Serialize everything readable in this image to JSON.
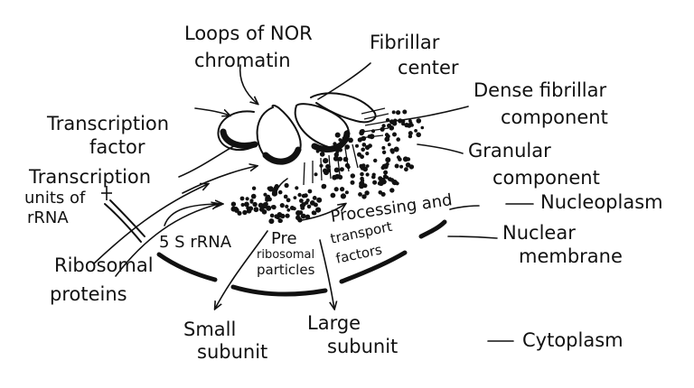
{
  "labels": {
    "loops_line1": "Loops of NOR",
    "loops_line2": "chromatin",
    "fibrillar_line1": "Fibrillar",
    "fibrillar_line2": "center",
    "dense_line1": "Dense fibrillar",
    "dense_line2": "component",
    "transcription_factor_line1": "Transcription",
    "transcription_factor_line2": "factor",
    "transcription_units_line1": "Transcription",
    "transcription_units_line2": "units of",
    "transcription_units_line3": "rRNA",
    "granular_line1": "Granular",
    "granular_line2": "component",
    "processing_line1": "Processing and",
    "processing_line2": "transport",
    "processing_line3": "factors",
    "nucleoplasm": "Nucleoplasm",
    "nuclear_line1": "Nuclear",
    "nuclear_line2": "membrane",
    "five_s": "5 S rRNA",
    "pre_line1": "Pre",
    "pre_line2": "ribosomal",
    "pre_line3": "particles",
    "ribosomal_line1": "Ribosomal",
    "ribosomal_line2": "proteins",
    "small_line1": "Small",
    "small_line2": "subunit",
    "large_line1": "Large",
    "large_line2": "subunit",
    "cytoplasm": "Cytoplasm"
  }
}
